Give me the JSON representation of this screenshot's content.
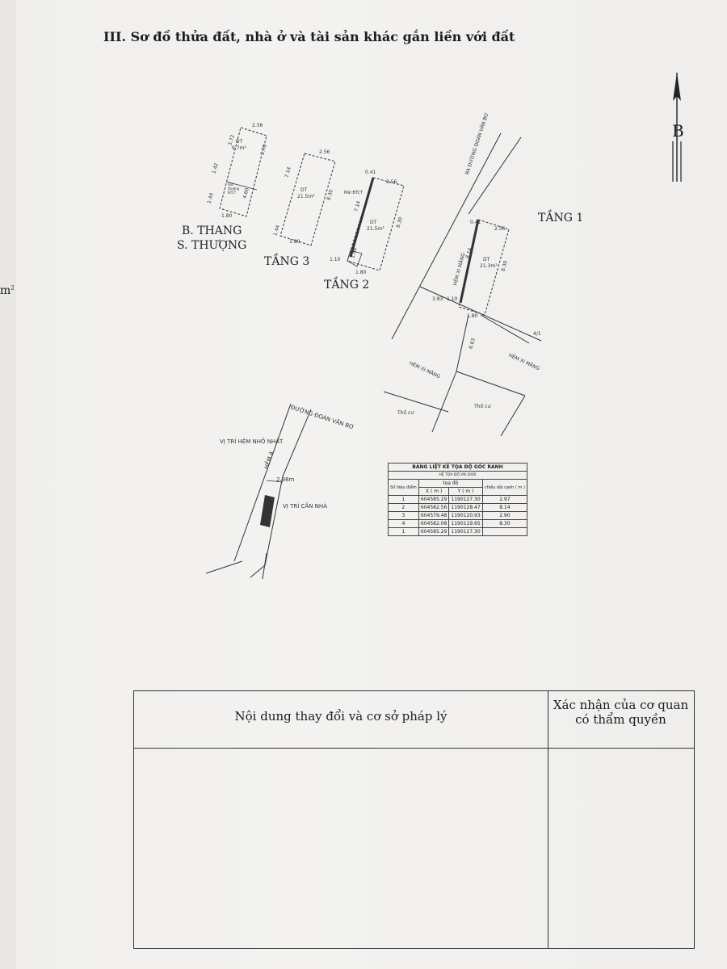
{
  "section_title": "III. Sơ đồ thửa đất, nhà ở và tài sản khác gắn liền với đất",
  "edge_unit": "m",
  "edge_unit_sup": "2",
  "north_label": "B",
  "floors": {
    "stair": {
      "label_1": "B. THANG",
      "label_2": "S. THƯỢNG",
      "area_label": "DT",
      "area": "9.7m²",
      "dims": [
        "2.56",
        "3.72",
        "3.70",
        "1.42",
        "4.60",
        "1.44",
        "1.80"
      ],
      "note": "Sân thượng BTCT"
    },
    "floor3": {
      "label": "TẦNG 3",
      "area_label": "DT",
      "area": "21.5m²",
      "dims": [
        "2.56",
        "7.14",
        "8.30",
        "1.44",
        "1.80"
      ]
    },
    "floor2": {
      "label": "TẦNG 2",
      "area_label": "DT",
      "area": "21.5m²",
      "dims": [
        "0.41",
        "2.56",
        "7.14",
        "8.30",
        "1.44",
        "1.10",
        "1.80"
      ],
      "note": "Mái BTCT"
    },
    "floor1": {
      "label": "TẦNG 1",
      "area_label": "DT",
      "area": "21.3m²",
      "dims": [
        "0.41",
        "2.56",
        "8.14",
        "8.30",
        "3.83",
        "1.10",
        "1.80",
        "6.63"
      ],
      "road": "RA ĐƯỜNG ĐOÀN VĂN BƠ",
      "alley_1": "HẺM XI MĂNG",
      "alley_2": "HẺM XI MĂNG",
      "alley_3": "HẺM XI MĂNG",
      "land_1": "Thổ cư",
      "land_2": "Thổ cư",
      "mark": "4/1"
    }
  },
  "location": {
    "alley_pos": "VỊ TRÍ HẺM NHỎ NHẤT",
    "road": "ĐƯỜNG ĐOÀN VĂN BƠ",
    "house_pos": "VỊ TRÍ CĂN NHÀ",
    "width": "2.98m",
    "alley": "HẺM 4"
  },
  "coord_table": {
    "title": "BẢNG LIỆT KÊ TỌA ĐỘ GÓC RANH",
    "subtitle": "HỆ TỌA ĐỘ VN 2000",
    "col_point": "Số hiệu điểm",
    "col_coord": "tọa độ",
    "col_x": "X ( m )",
    "col_y": "Y ( m )",
    "col_len": "chiều dài cạnh ( m )",
    "rows": [
      {
        "p": "1",
        "x": "604585.29",
        "y": "1190127.30",
        "len": "2.97"
      },
      {
        "p": "2",
        "x": "604582.56",
        "y": "1190128.47",
        "len": "8.14"
      },
      {
        "p": "3",
        "x": "604579.48",
        "y": "1190120.93",
        "len": "2.90"
      },
      {
        "p": "4",
        "x": "604582.08",
        "y": "1190119.65",
        "len": "8.30"
      },
      {
        "p": "1",
        "x": "604585.29",
        "y": "1190127.30",
        "len": ""
      }
    ]
  },
  "legal_table": {
    "col1": "Nội dung thay đổi và cơ sở pháp lý",
    "col2_line1": "Xác nhận của cơ quan",
    "col2_line2": "có thẩm quyền"
  }
}
